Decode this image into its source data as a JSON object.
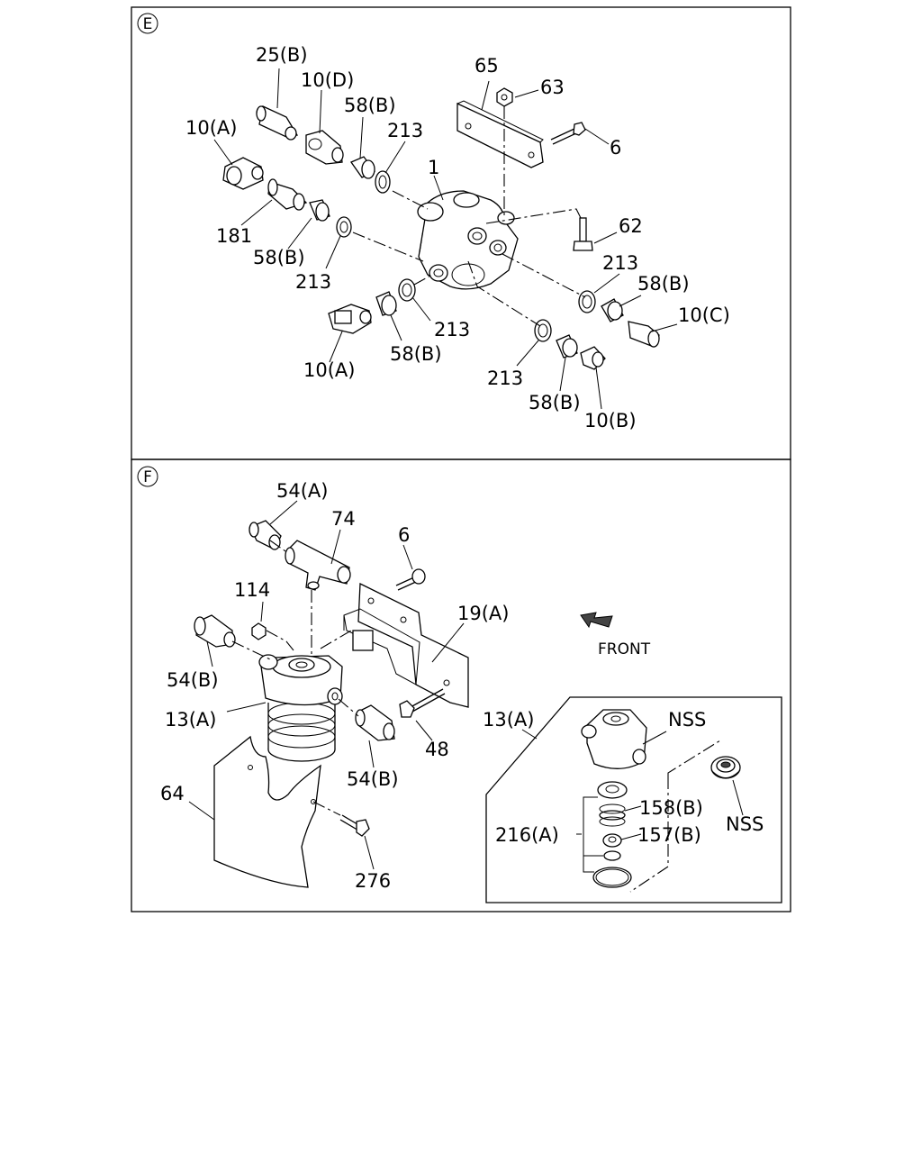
{
  "panel_e": {
    "marker": "E",
    "labels": {
      "p25b": "25(B)",
      "p10d": "10(D)",
      "p58b_top": "58(B)",
      "p213_top": "213",
      "p65": "65",
      "p63": "63",
      "p6": "6",
      "p10a_top": "10(A)",
      "p1": "1",
      "p62": "62",
      "p181": "181",
      "p58b_left": "58(B)",
      "p213_left": "213",
      "p213_right": "213",
      "p58b_right": "58(B)",
      "p10c": "10(C)",
      "p213_mid": "213",
      "p58b_mid": "58(B)",
      "p10a_bottom": "10(A)",
      "p213_low": "213",
      "p58b_low": "58(B)",
      "p10b": "10(B)"
    }
  },
  "panel_f": {
    "marker": "F",
    "labels": {
      "p54a": "54(A)",
      "p74": "74",
      "p6": "6",
      "p114": "114",
      "p19a": "19(A)",
      "p54b_left": "54(B)",
      "p13a": "13(A)",
      "p48": "48",
      "p54b_bottom": "54(B)",
      "p64": "64",
      "p276": "276",
      "front": "FRONT",
      "inset_13a": "13(A)",
      "nss_top": "NSS",
      "p158b": "158(B)",
      "p216a": "216(A)",
      "p157b": "157(B)",
      "nss_right": "NSS"
    }
  }
}
